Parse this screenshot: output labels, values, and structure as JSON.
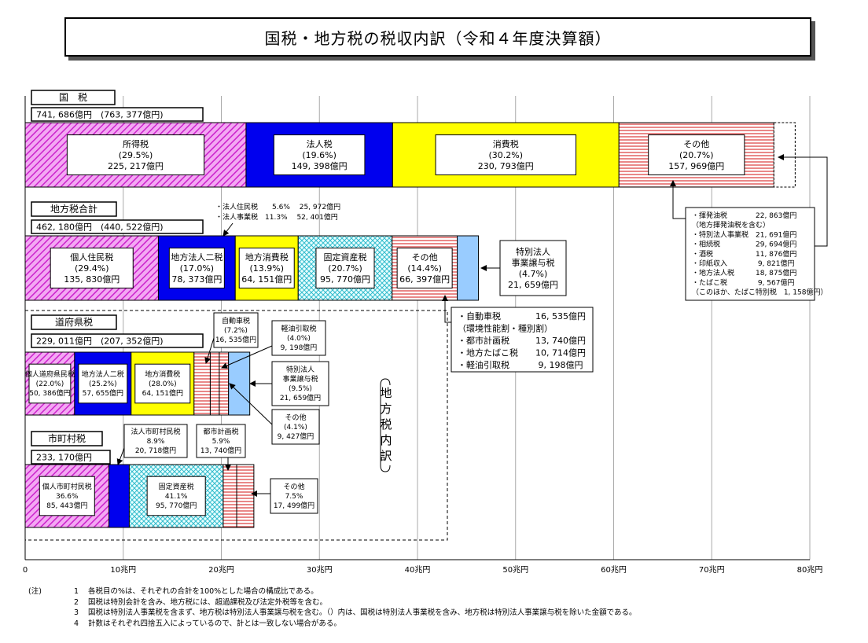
{
  "title": "国税・地方税の税収内訳（令和４年度決算額）",
  "colors": {
    "magenta_hatch": "#dd33dd",
    "blue": "#0000ee",
    "yellow": "#ffff00",
    "red_stripe": "#e06060",
    "light_blue": "#99ccff",
    "cyan_cross": "#33cccc"
  },
  "chart_data": {
    "type": "bar",
    "orientation": "horizontal-stacked",
    "unit": "兆円",
    "xlim": [
      0,
      80
    ],
    "x_ticks": [
      "0",
      "10兆円",
      "20兆円",
      "30兆円",
      "40兆円",
      "50兆円",
      "60兆円",
      "70兆円",
      "80兆円"
    ],
    "grid": true,
    "rows": [
      {
        "key": "national",
        "name": "国　税",
        "total_label": "741, 686億円　(763, 377億円)",
        "segments": [
          {
            "name": "所得税",
            "pct": "(29.5%)",
            "amount": "225, 217億円",
            "value": 22.5217,
            "fill": "magenta"
          },
          {
            "name": "法人税",
            "pct": "(19.6%)",
            "amount": "149, 398億円",
            "value": 14.9398,
            "fill": "blue"
          },
          {
            "name": "消費税",
            "pct": "(30.2%)",
            "amount": "230, 793億円",
            "value": 23.0793,
            "fill": "yellow"
          },
          {
            "name": "その他",
            "pct": "(20.7%)",
            "amount": "157, 969億円",
            "value": 15.7969,
            "fill": "red"
          },
          {
            "name": "",
            "pct": "",
            "amount": "",
            "value": 2.1691,
            "fill": "dashed"
          }
        ]
      },
      {
        "key": "local",
        "name": "地方税合計",
        "total_label": "462, 180億円　(440, 522億円)",
        "segments": [
          {
            "name": "個人住民税",
            "pct": "(29.4%)",
            "amount": "135, 830億円",
            "value": 13.583,
            "fill": "magenta"
          },
          {
            "name": "地方法人二税",
            "pct": "(17.0%)",
            "amount": "78, 373億円",
            "value": 7.8373,
            "fill": "blue"
          },
          {
            "name": "地方消費税",
            "pct": "(13.9%)",
            "amount": "64, 151億円",
            "value": 6.4151,
            "fill": "yellow"
          },
          {
            "name": "固定資産税",
            "pct": "(20.7%)",
            "amount": "95, 770億円",
            "value": 9.577,
            "fill": "cyan"
          },
          {
            "name": "その他",
            "pct": "(14.4%)",
            "amount": "66, 397億円",
            "value": 6.6397,
            "fill": "red"
          },
          {
            "name": "",
            "pct": "",
            "amount": "",
            "value": 2.1659,
            "fill": "lightblue"
          }
        ]
      },
      {
        "key": "prefecture",
        "name": "道府県税",
        "total_label": "229, 011億円　(207, 352億円)",
        "segments": [
          {
            "name": "個人道府県民税",
            "pct": "(22.0%)",
            "amount": "50, 386億円",
            "value": 5.0386,
            "fill": "magenta"
          },
          {
            "name": "地方法人二税",
            "pct": "(25.2%)",
            "amount": "57, 655億円",
            "value": 5.7655,
            "fill": "blue"
          },
          {
            "name": "地方消費税",
            "pct": "(28.0%)",
            "amount": "64, 151億円",
            "value": 6.4151,
            "fill": "yellow"
          },
          {
            "name": "",
            "pct": "",
            "amount": "",
            "value": 1.6535,
            "fill": "red"
          },
          {
            "name": "",
            "pct": "",
            "amount": "",
            "value": 0.9198,
            "fill": "red"
          },
          {
            "name": "",
            "pct": "",
            "amount": "",
            "value": 0.9427,
            "fill": "red"
          },
          {
            "name": "",
            "pct": "",
            "amount": "",
            "value": 2.1659,
            "fill": "lightblue"
          }
        ]
      },
      {
        "key": "municipal",
        "name": "市町村税",
        "total_label": "233, 170億円",
        "segments": [
          {
            "name": "個人市町村民税",
            "pct": "36.6%",
            "amount": "85, 443億円",
            "value": 8.5443,
            "fill": "magenta"
          },
          {
            "name": "",
            "pct": "",
            "amount": "",
            "value": 2.0718,
            "fill": "blue"
          },
          {
            "name": "固定資産税",
            "pct": "41.1%",
            "amount": "95, 770億円",
            "value": 9.577,
            "fill": "cyan"
          },
          {
            "name": "",
            "pct": "",
            "amount": "",
            "value": 1.374,
            "fill": "red"
          },
          {
            "name": "",
            "pct": "",
            "amount": "",
            "value": 1.7499,
            "fill": "red"
          }
        ]
      }
    ],
    "annotations": {
      "local_corp": [
        "・法人住民税　　5.6%　 25, 972億円",
        "・法人事業税　11.3%　 52, 401億円"
      ],
      "special_corp_local": [
        "特別法人",
        "事業譲与税",
        "(4.7%)",
        "21, 659億円"
      ],
      "national_other_detail": [
        "・揮発油税　　　　22, 863億円",
        "（地方揮発油税を含む）",
        "・特別法人事業税　21, 691億円",
        "・相続税　　　　　29, 694億円",
        "・酒税　　　　　　11, 876億円",
        "・印紙収入　　　　 9, 821億円",
        "・地方法人税　　　18, 875億円",
        "・たばこ税　　　　 9, 567億円",
        "（このほか、たばこ特別税　1, 158億円）"
      ],
      "local_other_detail": [
        "・自動車税　　　　16, 535億円",
        "（環境性能割・種別割）",
        "・都市計画税　　　13, 740億円",
        "・地方たばこ税　　10, 714億円",
        "・軽油引取税　　　 9, 198億円"
      ],
      "vehicle": [
        "自動車税",
        "(7.2%)",
        "16, 535億円"
      ],
      "diesel": [
        "軽油引取税",
        "(4.0%)",
        "9, 198億円"
      ],
      "special_corp_pref": [
        "特別法人",
        "事業譲与税",
        "(9.5%)",
        "21, 659億円"
      ],
      "pref_other": [
        "その他",
        "(4.1%)",
        "9, 427億円"
      ],
      "muni_corp": [
        "法人市町村民税",
        "8.9%",
        "20, 718億円"
      ],
      "city_planning": [
        "都市計画税",
        "5.9%",
        "13, 740億円"
      ],
      "muni_other": [
        "その他",
        "7.5%",
        "17, 499億円"
      ],
      "local_breakdown": "地方税内訳"
    }
  },
  "notes": [
    {
      "prefix": "(注)",
      "num": "1",
      "text": "各税目の%は、それぞれの合計を100%とした場合の構成比である。"
    },
    {
      "prefix": "",
      "num": "2",
      "text": "国税は特別会計を含み、地方税には、超過課税及び法定外税等を含む。"
    },
    {
      "prefix": "",
      "num": "3",
      "text": "国税は特別法人事業税を含まず、地方税は特別法人事業譲与税を含む。（）内は、国税は特別法人事業税を含み、地方税は特別法人事業譲与税を除いた金額である。"
    },
    {
      "prefix": "",
      "num": "4",
      "text": "計数はそれぞれ四捨五入によっているので、計とは一致しない場合がある。"
    }
  ]
}
